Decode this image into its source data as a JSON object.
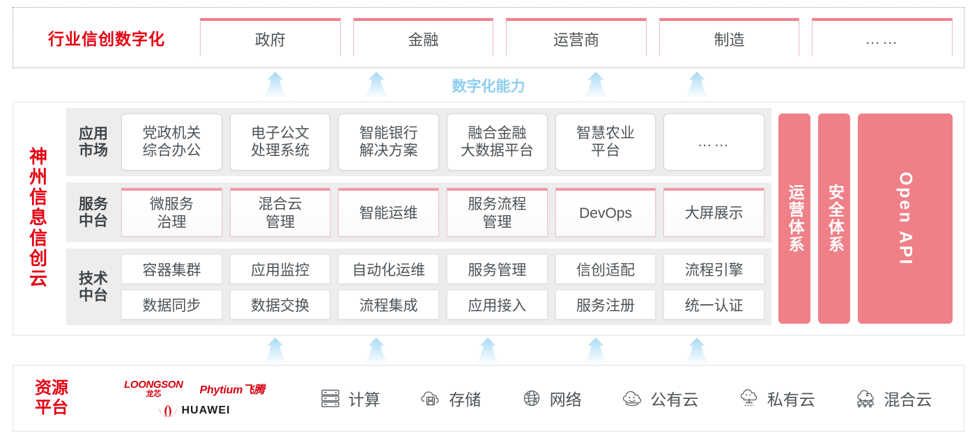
{
  "industry": {
    "title": "行业信创数字化",
    "cells": [
      "政府",
      "金融",
      "运营商",
      "制造",
      "……"
    ]
  },
  "capability": {
    "label": "数字化能力",
    "arrow_count": 4
  },
  "cloud": {
    "title_chars": [
      "神",
      "州",
      "信",
      "息",
      "信",
      "创",
      "云"
    ],
    "layers": [
      {
        "key": "app-market",
        "label_lines": [
          "应用",
          "市场"
        ],
        "cells": [
          {
            "lines": [
              "党政机关",
              "综合办公"
            ]
          },
          {
            "lines": [
              "电子公文",
              "处理系统"
            ]
          },
          {
            "lines": [
              "智能银行",
              "解决方案"
            ]
          },
          {
            "lines": [
              "融合金融",
              "大数据平台"
            ]
          },
          {
            "lines": [
              "智慧农业",
              "平台"
            ]
          },
          {
            "lines": [
              "……"
            ]
          }
        ]
      },
      {
        "key": "service-platform",
        "label_lines": [
          "服务",
          "中台"
        ],
        "cells": [
          {
            "lines": [
              "微服务",
              "治理"
            ]
          },
          {
            "lines": [
              "混合云",
              "管理"
            ]
          },
          {
            "lines": [
              "智能运维"
            ]
          },
          {
            "lines": [
              "服务流程",
              "管理"
            ]
          },
          {
            "lines": [
              "DevOps"
            ]
          },
          {
            "lines": [
              "大屏展示"
            ]
          }
        ]
      },
      {
        "key": "tech-platform",
        "label_lines": [
          "技术",
          "中台"
        ],
        "rows": [
          [
            "容器集群",
            "应用监控",
            "自动化运维",
            "服务管理",
            "信创适配",
            "流程引擎"
          ],
          [
            "数据同步",
            "数据交换",
            "流程集成",
            "应用接入",
            "服务注册",
            "统一认证"
          ]
        ]
      }
    ],
    "side_panels": [
      {
        "text": "运营体系",
        "type": "cn"
      },
      {
        "text": "安全体系",
        "type": "cn"
      },
      {
        "text": "Open API",
        "type": "en"
      }
    ]
  },
  "resource": {
    "title_lines": [
      "资源",
      "平台"
    ],
    "vendors": [
      {
        "name": "LOONGSON",
        "cn": "龙芯"
      },
      {
        "name": "Phytium飞腾"
      },
      {
        "name": "HUAWEI"
      }
    ],
    "items": [
      {
        "icon": "server-rack-icon",
        "label": "计算"
      },
      {
        "icon": "cloud-storage-icon",
        "label": "存储"
      },
      {
        "icon": "network-globe-icon",
        "label": "网络"
      },
      {
        "icon": "public-cloud-icon",
        "label": "公有云"
      },
      {
        "icon": "private-cloud-icon",
        "label": "私有云"
      },
      {
        "icon": "hybrid-cloud-icon",
        "label": "混合云"
      }
    ],
    "arrow_count": 5
  },
  "colors": {
    "brand_red": "#e60012",
    "panel_pink": "#ef8087",
    "accent_pink": "#ef7f8c",
    "arrow_blue": "#b9e0f5",
    "capability_text": "#8ecdf0",
    "band_gray": "#ededed"
  }
}
